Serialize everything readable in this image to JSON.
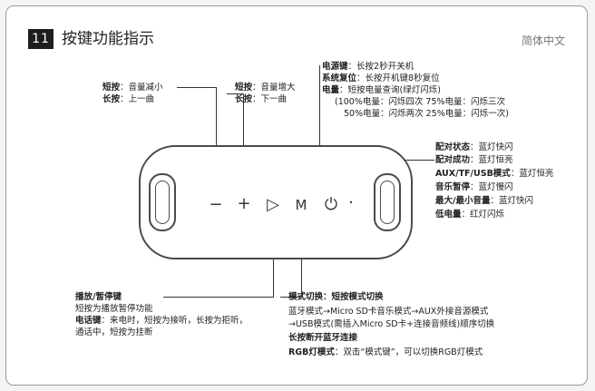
{
  "header": {
    "number": "11",
    "title": "按键功能指示",
    "language": "简体中文"
  },
  "volume_down": {
    "short_label": "短按",
    "short_text": "音量减小",
    "long_label": "长按",
    "long_text": "上一曲"
  },
  "volume_up": {
    "short_label": "短按",
    "short_text": "音量增大",
    "long_label": "长按",
    "long_text": "下一曲"
  },
  "power": {
    "line1_label": "电源键",
    "line1_text": "长按2秒开关机",
    "line2_label": "系统复位",
    "line2_text": "长按开机键8秒复位",
    "line3_label": "电量",
    "line3_text": "短按电量查询(绿灯闪烁)",
    "line4": "(100%电量：闪烁四次 75%电量：闪烁三次",
    "line5": "50%电量：闪烁两次 25%电量：闪烁一次)"
  },
  "indicator": {
    "pairing_label": "配对状态",
    "pairing_text": "蓝灯快闪",
    "paired_label": "配对成功",
    "paired_text": "蓝灯恒亮",
    "aux_label": "AUX/TF/USB模式",
    "aux_text": "蓝灯恒亮",
    "pause_label": "音乐暂停",
    "pause_text": "蓝灯慢闪",
    "maxmin_label": "最大/最小音量",
    "maxmin_text": "蓝灯快闪",
    "low_label": "低电量",
    "low_text": "红灯闪烁"
  },
  "play": {
    "title": "播放/暂停键",
    "line1": "短按为播放暂停功能",
    "call_label": "电话键",
    "call_text": "来电时，短按为接听，长按为拒听，",
    "line3": "通话中，短按为挂断"
  },
  "mode": {
    "title": "模式切换：短按模式切换",
    "line1": "蓝牙模式→Micro SD卡音乐模式→AUX外接音源模式",
    "line2": "→USB模式(需插入Micro SD卡+连接音频线)顺序切换",
    "bt_disconnect": "长按断开蓝牙连接",
    "rgb_label": "RGB灯模式",
    "rgb_text": "双击“模式键”，可以切换RGB灯模式"
  },
  "buttons": {
    "minus": "−",
    "plus": "+",
    "play": "▷",
    "mode": "M",
    "power": "⏻",
    "led": "·"
  }
}
